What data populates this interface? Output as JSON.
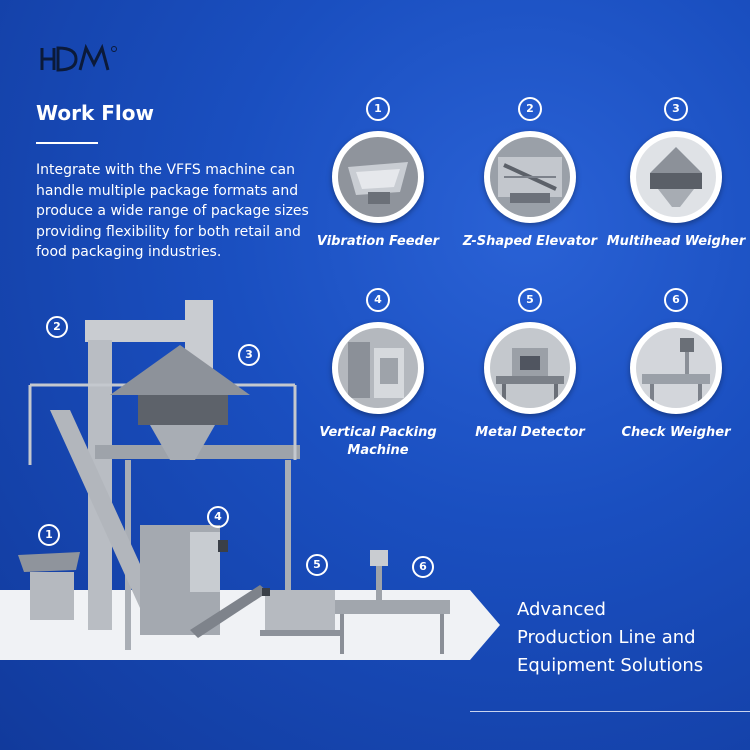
{
  "brand": {
    "logo_text": "HDM"
  },
  "header": {
    "title": "Work Flow",
    "description": "Integrate with the VFFS machine can handle multiple package formats and produce a wide range of package sizes providing flexibility for both retail and food packaging industries."
  },
  "steps": [
    {
      "number": "1",
      "label": "Vibration Feeder"
    },
    {
      "number": "2",
      "label": "Z-Shaped Elevator"
    },
    {
      "number": "3",
      "label": "Multihead Weigher"
    },
    {
      "number": "4",
      "label": "Vertical Packing Machine"
    },
    {
      "number": "5",
      "label": "Metal Detector"
    },
    {
      "number": "6",
      "label": "Check Weigher"
    }
  ],
  "tagline": {
    "line1": "Advanced",
    "line2": "Production Line and",
    "line3": "Equipment Solutions"
  },
  "colors": {
    "background": "#1a4fc0",
    "text": "#ffffff",
    "floor": "#f0f2f5"
  }
}
